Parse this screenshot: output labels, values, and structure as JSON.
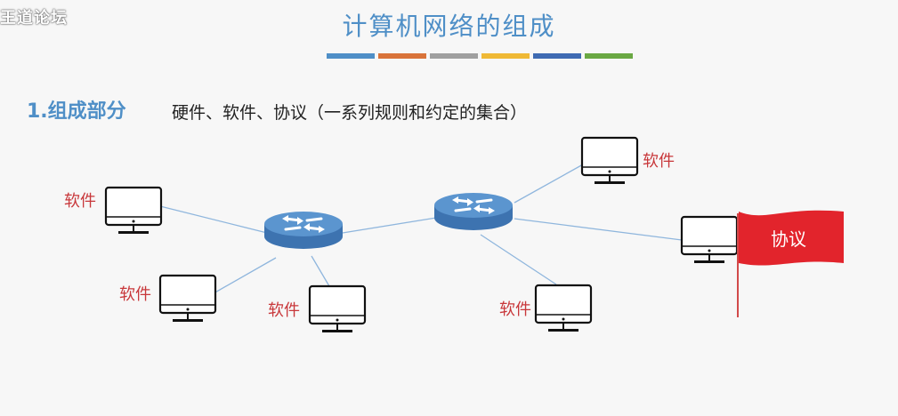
{
  "watermark": "王道论坛",
  "title": "计算机网络的组成",
  "color_bars": [
    "#4f8fc7",
    "#d9733a",
    "#a0a0a0",
    "#efb935",
    "#3f6bb3",
    "#6aa843"
  ],
  "section": {
    "heading": "1.组成部分",
    "description": "硬件、软件、协议（一系列规则和约定的集合）"
  },
  "labels": {
    "software": "软件",
    "protocol": "协议"
  },
  "colors": {
    "router": "#4a84c4",
    "flag": "#e2242c",
    "label": "#c8373a",
    "link": "#8fb6dd"
  }
}
